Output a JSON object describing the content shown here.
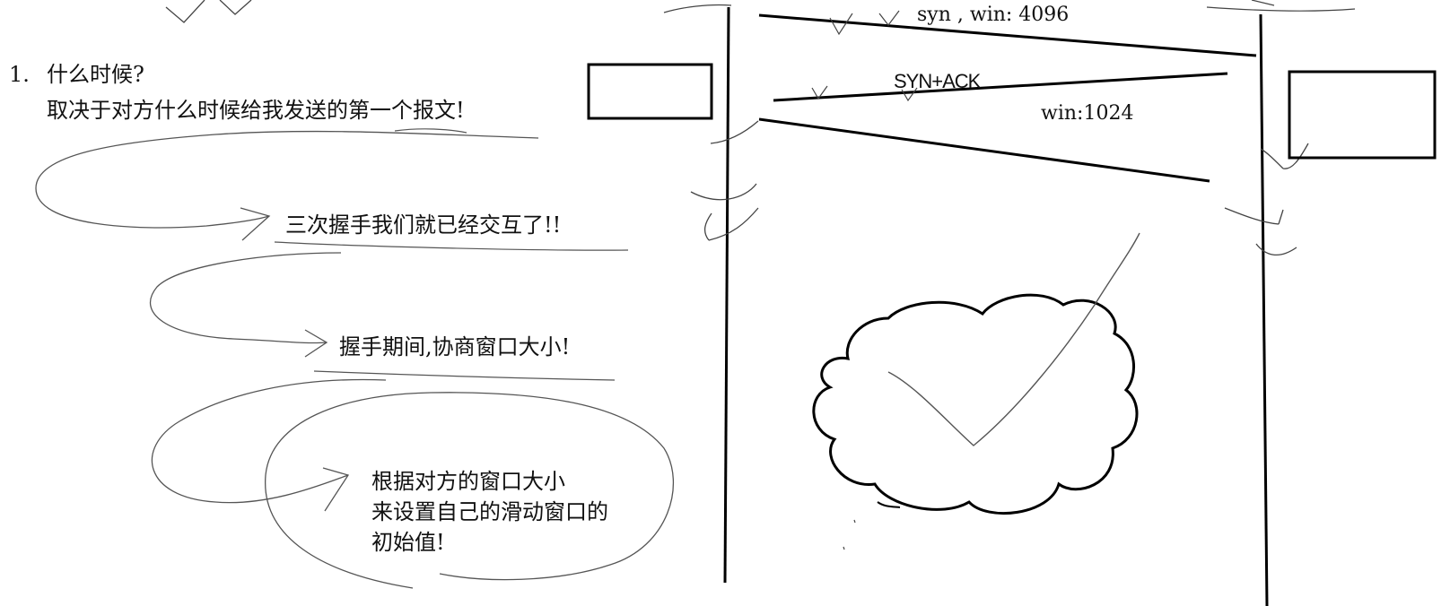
{
  "notes": {
    "number": "1.",
    "question": "什么时候?",
    "answer": "取决于对方什么时候给我发送的第一个报文!",
    "handshake": "三次握手我们就已经交互了!!",
    "negotiate": "握手期间,协商窗口大小!",
    "set_window_lines": [
      "根据对方的窗口大小",
      "来设置自己的滑动窗口的",
      "初始值!"
    ]
  },
  "sequence": {
    "syn_label": "syn , win: 4096",
    "synack_label": "SYN+ACK",
    "win_label": "win:1024"
  },
  "colors": {
    "ink": "#000000",
    "pencil": "#555555",
    "background": "#ffffff"
  }
}
